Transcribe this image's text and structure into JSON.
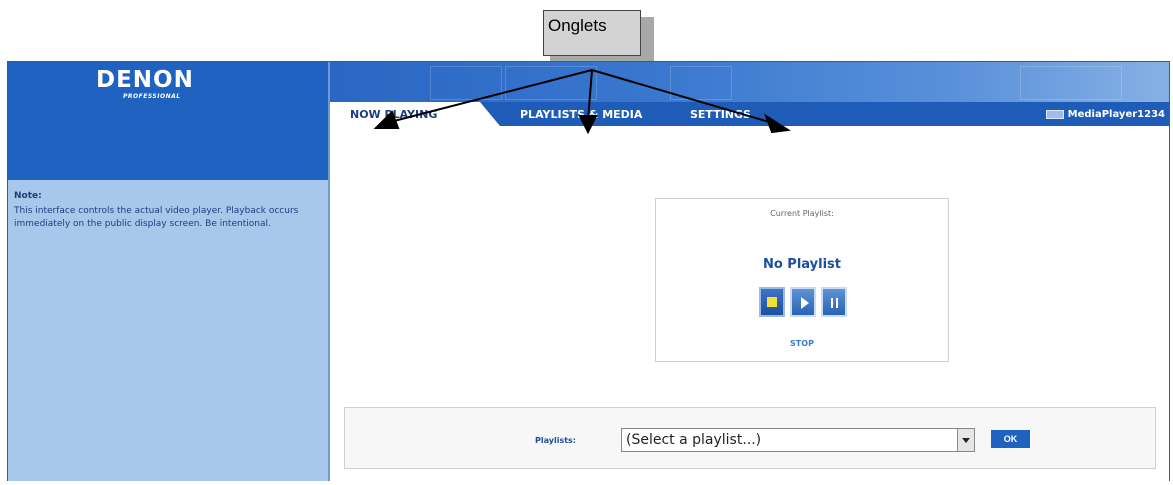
{
  "callout": {
    "label": "Onglets"
  },
  "brand": {
    "logo": "DENON",
    "sub": "PROFESSIONAL"
  },
  "note": {
    "title": "Note:",
    "text": "This interface controls the actual video player. Playback occurs immediately on the public display screen. Be intentional."
  },
  "tabs": [
    {
      "label": "NOW PLAYING",
      "active": true
    },
    {
      "label": "PLAYLISTS & MEDIA",
      "active": false
    },
    {
      "label": "SETTINGS",
      "active": false
    }
  ],
  "device": {
    "name": "MediaPlayer1234",
    "icon": "device-icon"
  },
  "player": {
    "current_label": "Current Playlist:",
    "playlist_name": "No Playlist",
    "controls": [
      "stop-icon",
      "play-icon",
      "pause-icon"
    ],
    "state_label": "STOP"
  },
  "selector": {
    "label": "Playlists:",
    "value": "(Select a playlist...)",
    "ok_label": "OK"
  },
  "colors": {
    "brand_blue": "#1f62c0",
    "sidebar_note": "#a7c8ea",
    "text_dark_blue": "#1a4f9e"
  }
}
